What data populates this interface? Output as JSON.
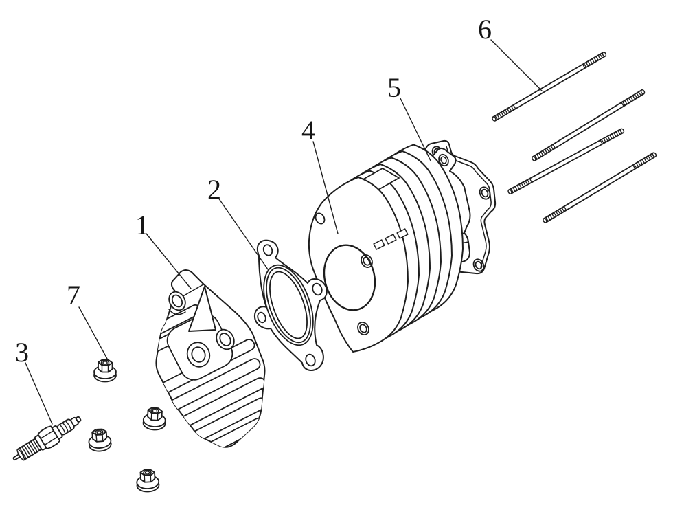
{
  "figure": {
    "background_color": "#ffffff",
    "line_color": "#1d1d1d",
    "callouts": [
      {
        "label": "1"
      },
      {
        "label": "2"
      },
      {
        "label": "3"
      },
      {
        "label": "4"
      },
      {
        "label": "5"
      },
      {
        "label": "6"
      },
      {
        "label": "7"
      }
    ]
  }
}
